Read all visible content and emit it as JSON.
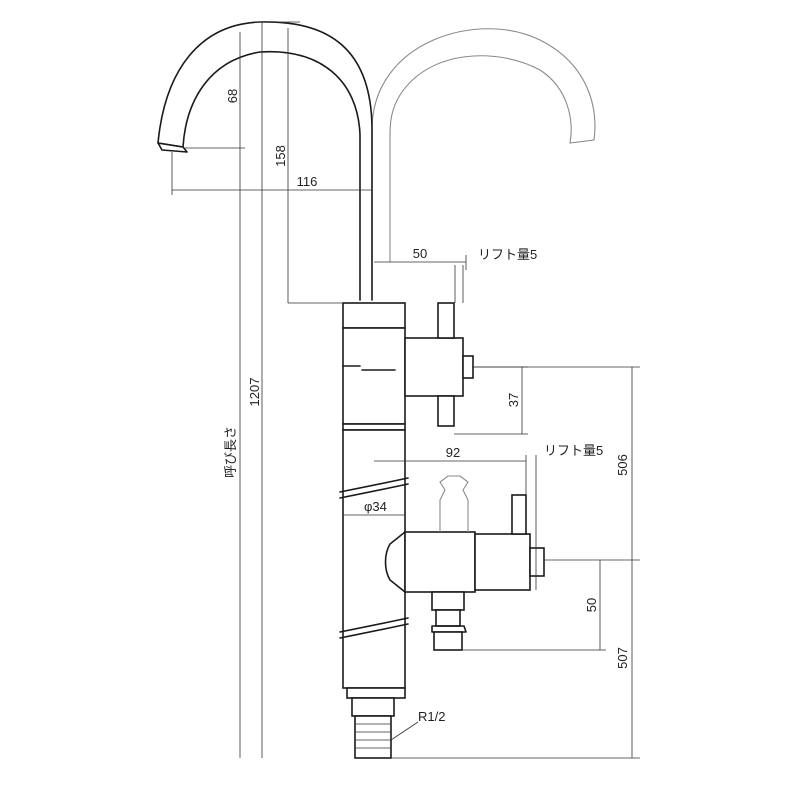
{
  "figure": {
    "dimensions": {
      "spout_drop": "68",
      "spout_height": "158",
      "spout_reach": "116",
      "upper_lever_offset": "50",
      "upper_lift_label": "リフト量5",
      "lever_spacing": "37",
      "lower_lever_offset": "92",
      "lower_lift_label": "リフト量5",
      "body_diameter": "φ34",
      "outlet_height_upper": "506",
      "outlet_spacing": "50",
      "outlet_height_lower": "507",
      "overall_height": "1207",
      "nominal_length_label": "呼び長さ",
      "thread_size": "R1/2"
    }
  }
}
